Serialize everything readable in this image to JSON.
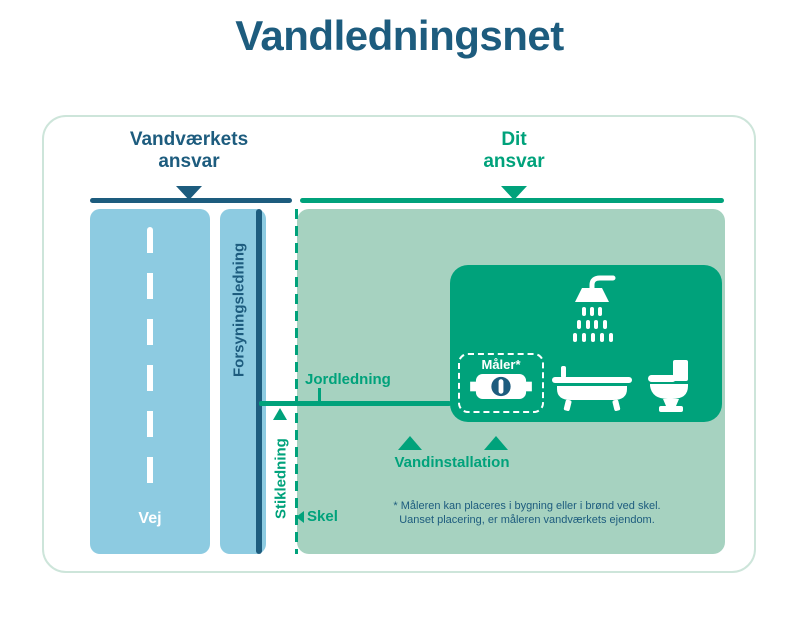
{
  "title": "Vandledningsnet",
  "headers": {
    "waterworks": {
      "line1": "Vandværkets",
      "line2": "ansvar"
    },
    "owner": {
      "line1": "Dit",
      "line2": "ansvar"
    }
  },
  "labels": {
    "road": "Vej",
    "supply_line": "Forsyningsledning",
    "service_line": "Stikledning",
    "ground_line": "Jordledning",
    "boundary": "Skel",
    "water_installation": "Vandinstallation",
    "meter": "Måler*"
  },
  "footnote": {
    "line1": "* Måleren kan placeres i bygning eller i brønd ved skel.",
    "line2": "Uanset placering, er måleren vandværkets ejendom."
  },
  "colors": {
    "dark_blue": "#1d5c7e",
    "green": "#00a27b",
    "light_green": "#a6d2c0",
    "light_blue": "#8dcbe1",
    "box_border": "#cde5da"
  },
  "icons": {
    "shower": "shower-icon",
    "water_meter": "water-meter-icon",
    "bathtub": "bathtub-icon",
    "toilet": "toilet-icon",
    "boundary_arrow": "left-arrow-icon",
    "responsibility_pointer": "down-triangle-icon",
    "installation_pointer": "up-triangle-icon"
  }
}
